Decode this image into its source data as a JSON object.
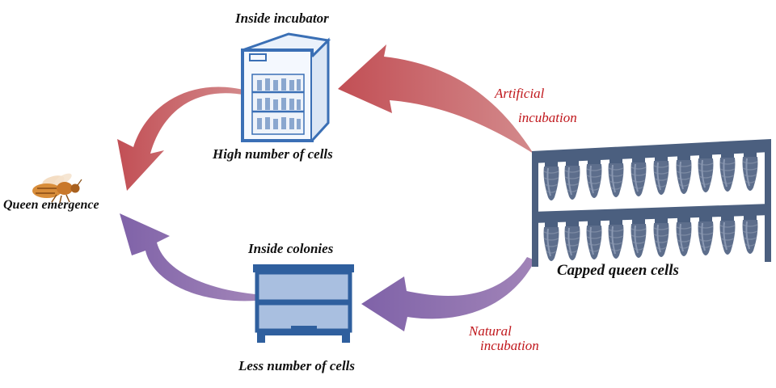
{
  "labels": {
    "inside_incubator": "Inside incubator",
    "high_number": "High number of cells",
    "queen_emergence": "Queen emergence",
    "inside_colonies": "Inside colonies",
    "less_number": "Less number of cells",
    "capped_queen_cells": "Capped queen cells",
    "artificial": "Artificial",
    "artificial_incubation": "incubation",
    "natural": "Natural",
    "natural_incubation": "incubation"
  },
  "colors": {
    "artificial_arrow": "#c46a6e",
    "natural_arrow": "#8a6da8",
    "incubator": "#3a6fb5",
    "hive": "#2f5f9e",
    "hive_fill": "#a9bfe0",
    "frame": "#4b5f7f",
    "accent_text": "#c0171c"
  },
  "icons": [
    "bee-icon",
    "incubator-icon",
    "beehive-icon",
    "queen-cell-frame-icon"
  ]
}
